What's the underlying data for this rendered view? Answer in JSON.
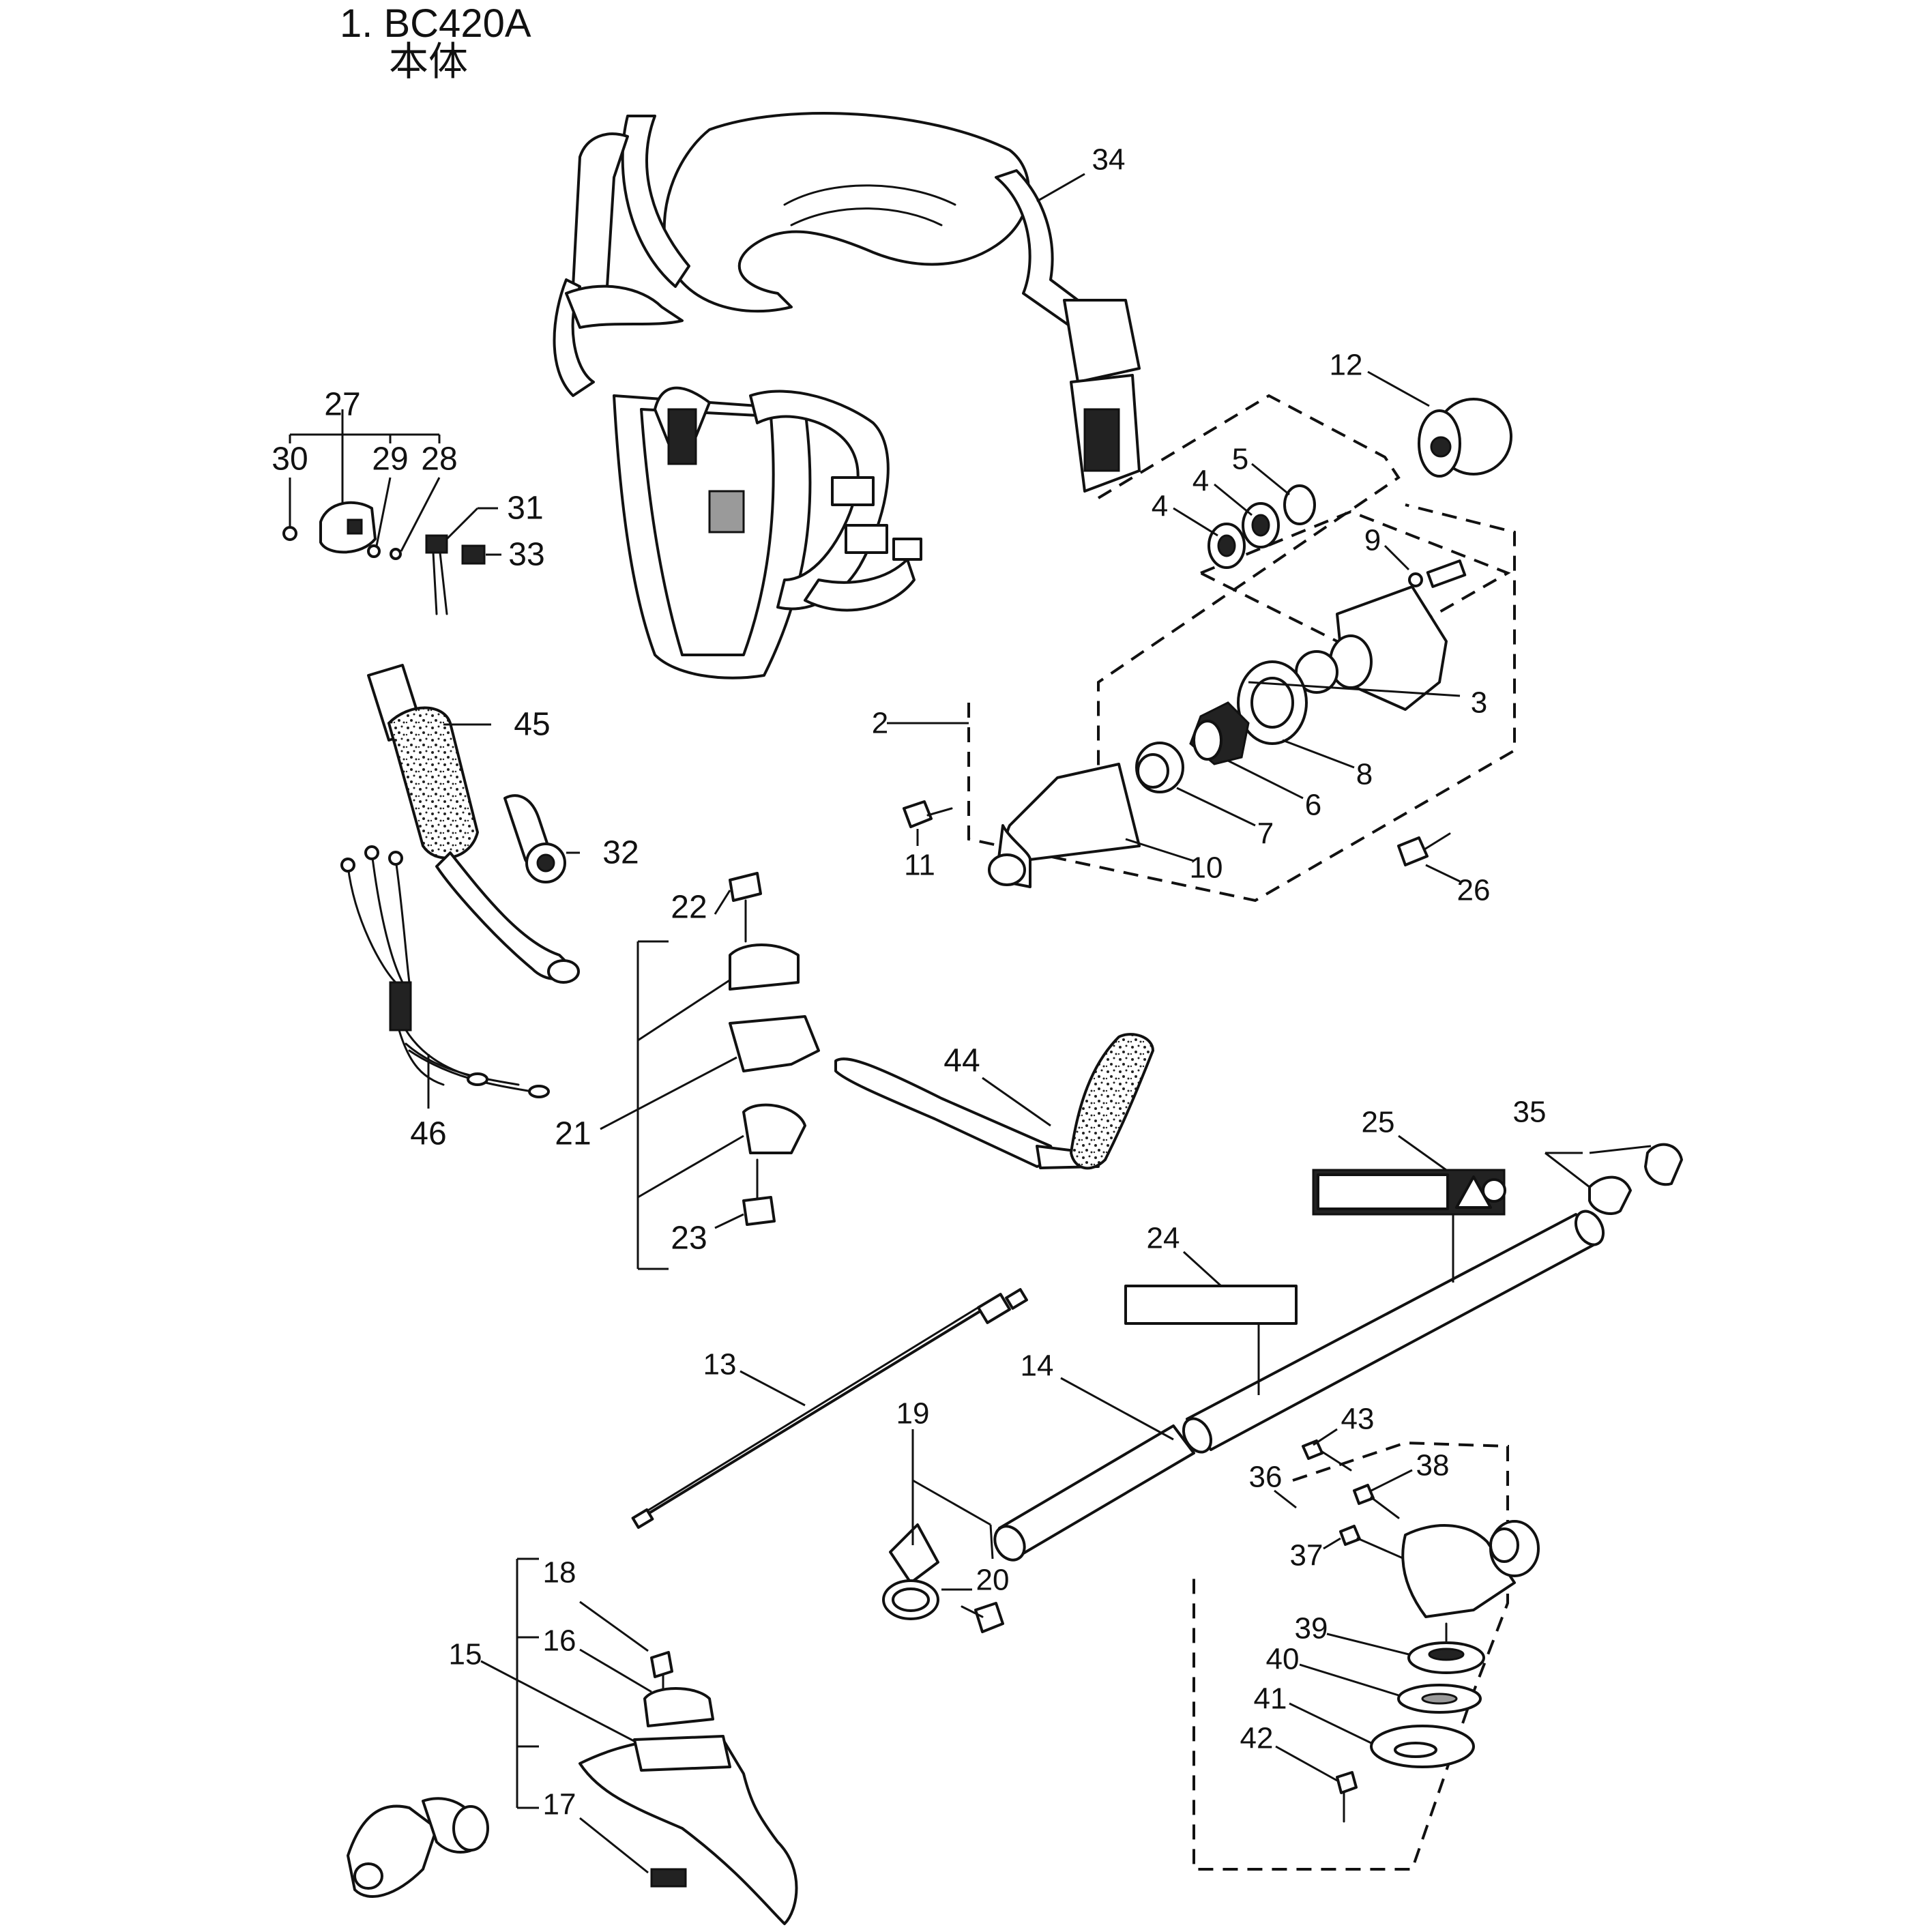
{
  "title": {
    "model": "1. BC420A",
    "section": "本体"
  },
  "callouts": [
    "2",
    "3",
    "4",
    "4",
    "5",
    "6",
    "7",
    "8",
    "9",
    "10",
    "11",
    "12",
    "13",
    "14",
    "15",
    "16",
    "17",
    "18",
    "19",
    "20",
    "21",
    "22",
    "23",
    "24",
    "25",
    "26",
    "27",
    "28",
    "29",
    "30",
    "31",
    "32",
    "33",
    "34",
    "35",
    "36",
    "37",
    "38",
    "39",
    "40",
    "41",
    "42",
    "43",
    "44",
    "45",
    "46"
  ],
  "colors": {
    "line": "#111111",
    "background": "#ffffff"
  }
}
